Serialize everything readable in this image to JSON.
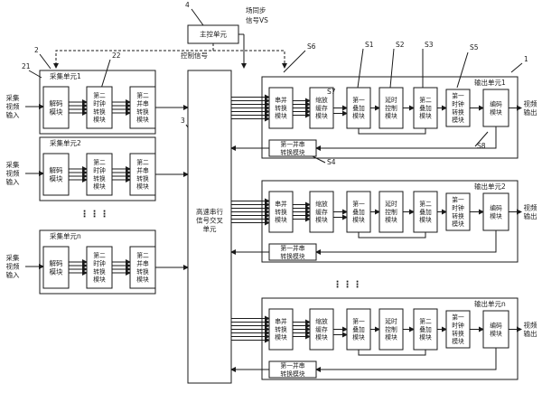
{
  "master": {
    "label": "主控单元",
    "vs_label_line1": "场同步",
    "vs_label_line2": "信号VS",
    "control_label": "控制信号"
  },
  "crosspoint": {
    "lines": [
      "高速串行",
      "信号交叉",
      "单元"
    ]
  },
  "capture_units": [
    {
      "title": "采集单元1",
      "input_label": [
        "采集",
        "视频",
        "输入"
      ]
    },
    {
      "title": "采集单元2",
      "input_label": [
        "采集",
        "视频",
        "输入"
      ]
    },
    {
      "title": "采集单元n",
      "input_label": [
        "采集",
        "视频",
        "输入"
      ]
    }
  ],
  "capture_blocks": {
    "decoder": [
      "解码",
      "模块"
    ],
    "clock2": [
      "第二",
      "时钟",
      "转换",
      "模块"
    ],
    "par2ser": [
      "第二",
      "并串",
      "转换",
      "模块"
    ]
  },
  "output_units": [
    {
      "title": "输出单元1",
      "output_label": [
        "视频",
        "输出"
      ]
    },
    {
      "title": "输出单元2",
      "output_label": [
        "视频",
        "输出"
      ]
    },
    {
      "title": "输出单元n",
      "output_label": [
        "视频",
        "输出"
      ]
    }
  ],
  "output_blocks": {
    "ser2par": [
      "串并",
      "转换",
      "模块"
    ],
    "scale": [
      "缩放",
      "缓存",
      "模块"
    ],
    "overlay1": [
      "第一",
      "叠加",
      "模块"
    ],
    "delay": [
      "延时",
      "控制",
      "模块"
    ],
    "overlay2": [
      "第二",
      "叠加",
      "模块"
    ],
    "clock1": [
      "第一",
      "时钟",
      "转换",
      "模块"
    ],
    "encoder": [
      "编码",
      "模块"
    ],
    "par2ser1": [
      "第一并串",
      "转换模块"
    ]
  },
  "ellipsis": "⋮⋮⋮",
  "refs": [
    "1",
    "2",
    "21",
    "22",
    "3",
    "4",
    "S1",
    "S2",
    "S3",
    "S4",
    "S5",
    "S6",
    "S7",
    "S8"
  ]
}
